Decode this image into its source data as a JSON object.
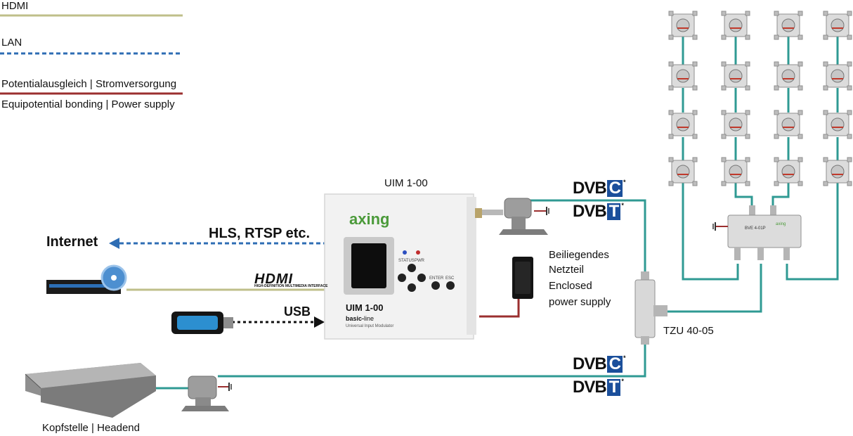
{
  "legend": {
    "hdmi": "HDMI",
    "lan": "LAN",
    "power_de": "Potentialausgleich | Stromversorgung",
    "power_en": "Equipotential bonding | Power supply"
  },
  "labels": {
    "internet": "Internet",
    "protocols": "HLS, RTSP etc.",
    "usb": "USB",
    "hdmi_logo": "HDMI",
    "hdmi_logo_sub": "HIGH-DEFINITION MULTIMEDIA INTERFACE",
    "uim_title": "UIM 1-00",
    "psu_line1": "Beiliegendes",
    "psu_line2": "Netzteil",
    "psu_line3": "Enclosed",
    "psu_line4": "power supply",
    "tzu": "TZU 40-05",
    "headend": "Kopfstelle | Headend"
  },
  "uim_device": {
    "brand": "axing",
    "model": "UIM 1-00",
    "line_prefix": "basic-",
    "line_suffix": "line",
    "description": "Universal Input Modulator",
    "status": "STATUS",
    "pwr": "PWR",
    "enter": "ENTER",
    "esc": "ESC"
  },
  "splitter_device": {
    "model": "BVE 4-01P",
    "brand": "axing"
  },
  "dvb_badges": [
    {
      "prefix": "DVB",
      "letter": "C",
      "star": "*"
    },
    {
      "prefix": "DVB",
      "letter": "T",
      "star": "*"
    },
    {
      "prefix": "DVB",
      "letter": "C",
      "star": "*"
    },
    {
      "prefix": "DVB",
      "letter": "T",
      "star": "*"
    }
  ],
  "colors": {
    "hdmi_line": "#bfbf8a",
    "lan_line": "#2e6db4",
    "power_line": "#9b2f2f",
    "coax_line": "#2f9a93",
    "dvb_box": "#1b4f9b"
  }
}
